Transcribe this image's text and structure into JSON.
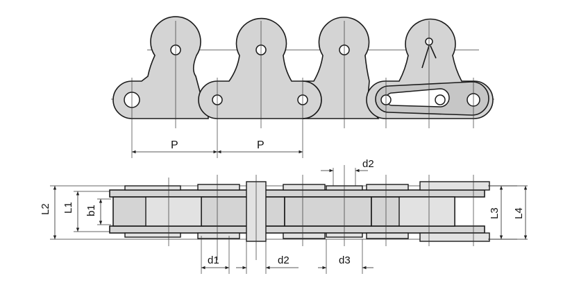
{
  "top_view": {
    "pitch_labels": [
      "P",
      "P"
    ]
  },
  "bottom_view": {
    "width_labels": [
      "L2",
      "L1",
      "b1"
    ],
    "right_labels": [
      "L3",
      "L4"
    ],
    "pin_labels": [
      "d1",
      "d2",
      "d3"
    ],
    "top_pin_label": "d2"
  }
}
